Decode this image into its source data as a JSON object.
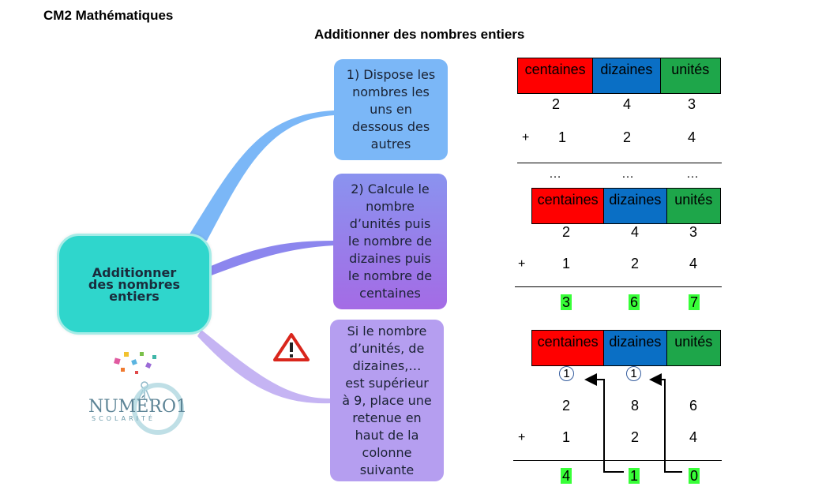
{
  "header": {
    "subject": "CM2 Mathématiques",
    "title": "Additionner des nombres entiers"
  },
  "mindmap": {
    "center": [
      "Additionner",
      "des nombres",
      "entiers"
    ],
    "branches": [
      {
        "lines": [
          "1) Dispose les",
          "nombres les",
          "uns en",
          "dessous des",
          "autres"
        ],
        "color": "#7bb7f7"
      },
      {
        "lines": [
          "2) Calcule le",
          "nombre",
          "d’unités puis",
          "le nombre de",
          "dizaines puis",
          "le nombre de",
          "centaines"
        ],
        "color": "#a46be5"
      },
      {
        "lines": [
          "Si le nombre",
          "d’unités, de",
          "dizaines,…",
          "est supérieur",
          "à 9, place une",
          "retenue en",
          "haut de la",
          "colonne",
          "suivante"
        ],
        "color": "#b59ef0"
      }
    ],
    "warning_icon": "warning-triangle-icon"
  },
  "logo": {
    "word": "NUMÉRO1",
    "sub": "SCOLARITÉ"
  },
  "tables": {
    "columns": [
      "centaines",
      "dizaines",
      "unités"
    ],
    "colors": {
      "centaines": "#ff0000",
      "dizaines": "#0a6fc5",
      "unites": "#1ea64a",
      "result": "#38ff38"
    },
    "operator": "+",
    "t1": {
      "row1": [
        "2",
        "4",
        "3"
      ],
      "row2": [
        "1",
        "2",
        "4"
      ],
      "result": [
        "…",
        "…",
        "…"
      ]
    },
    "t2": {
      "row1": [
        "2",
        "4",
        "3"
      ],
      "row2": [
        "1",
        "2",
        "4"
      ],
      "result": [
        "3",
        "6",
        "7"
      ]
    },
    "t3": {
      "carry": [
        "1",
        "1"
      ],
      "row1": [
        "2",
        "8",
        "6"
      ],
      "row2": [
        "1",
        "2",
        "4"
      ],
      "result": [
        "4",
        "1",
        "0"
      ]
    }
  }
}
